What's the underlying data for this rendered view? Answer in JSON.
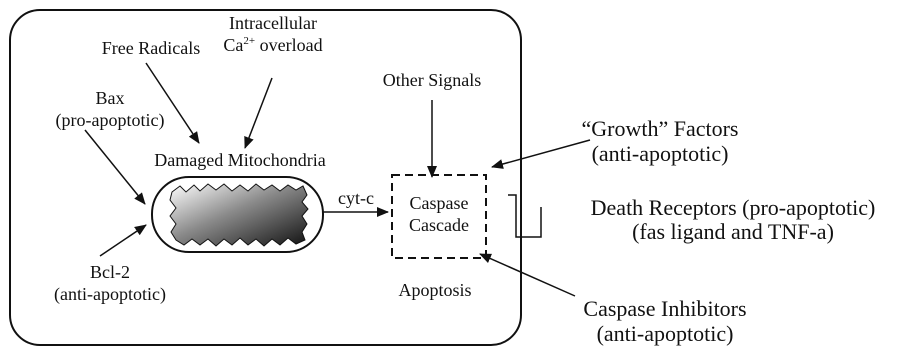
{
  "cell": {
    "free_radicals": "Free Radicals",
    "ca_line1": "Intracellular",
    "ca_base": "Ca",
    "ca_sup": "2+",
    "ca_tail": " overload",
    "other_signals": "Other Signals",
    "bax_line1": "Bax",
    "bax_line2": "(pro-apoptotic)",
    "damaged_mitochondria": "Damaged Mitochondria",
    "cyt_c": "cyt-c",
    "caspase_line1": "Caspase",
    "caspase_line2": "Cascade",
    "bcl2_line1": "Bcl-2",
    "bcl2_line2": "(anti-apoptotic)",
    "apoptosis": "Apoptosis"
  },
  "outside": {
    "growth_line1": "“Growth” Factors",
    "growth_line2": "(anti-apoptotic)",
    "death_line1": "Death Receptors (pro-apoptotic)",
    "death_line2": "(fas ligand and TNF-a)",
    "inhib_line1": "Caspase Inhibitors",
    "inhib_line2": "(anti-apoptotic)"
  }
}
